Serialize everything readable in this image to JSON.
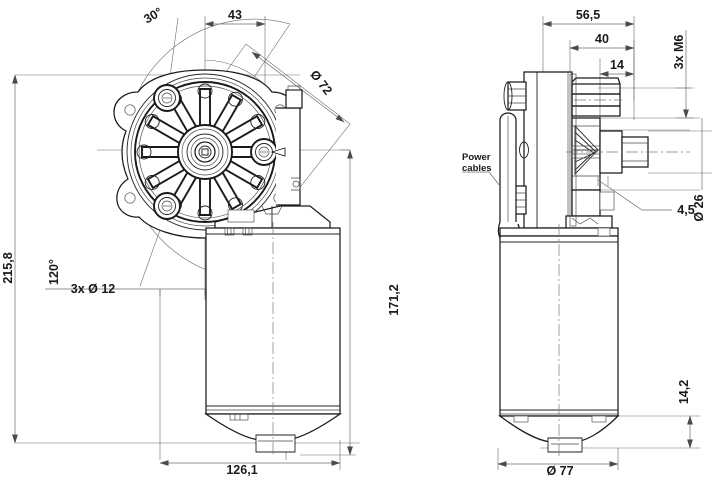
{
  "drawing": {
    "title": "Gearmotor dimensional drawing",
    "views": [
      {
        "name": "front-view",
        "label": ""
      },
      {
        "name": "side-view",
        "label": ""
      }
    ]
  },
  "left_view": {
    "dimensions": {
      "angle_30": "30°",
      "angle_120": "120°",
      "width_43": "43",
      "diameter_72": "Ø 72",
      "overall_height_215_8": "215,8",
      "height_171_2": "171,2",
      "bolt_circle_note": "3x Ø 12",
      "overall_width_126_1": "126,1"
    }
  },
  "right_view": {
    "dimensions": {
      "depth_56_5": "56,5",
      "depth_40": "40",
      "depth_14": "14",
      "thread_note": "3x M6",
      "shaft_offset_4_5": "4,5",
      "shaft_diameter_26": "Ø 26",
      "base_height_14_2": "14,2",
      "body_diameter_77": "Ø 77"
    },
    "annotations": {
      "power_cables_line1": "Power",
      "power_cables_line2": "cables"
    }
  },
  "colors": {
    "line": "#1a1a1a",
    "dimension_line": "#6b6b6b",
    "background": "#ffffff",
    "hatch": "#3a3a3a"
  }
}
